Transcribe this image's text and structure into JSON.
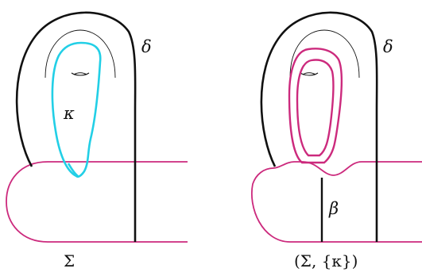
{
  "colors": {
    "black": "#111111",
    "magenta": "#cc2a7d",
    "cyan": "#22cfe6"
  },
  "left_panel": {
    "delta_label": "δ",
    "kappa_label": "κ",
    "caption": "Σ"
  },
  "right_panel": {
    "delta_label": "δ",
    "beta_label": "β",
    "caption": "(Σ, {κ})"
  }
}
